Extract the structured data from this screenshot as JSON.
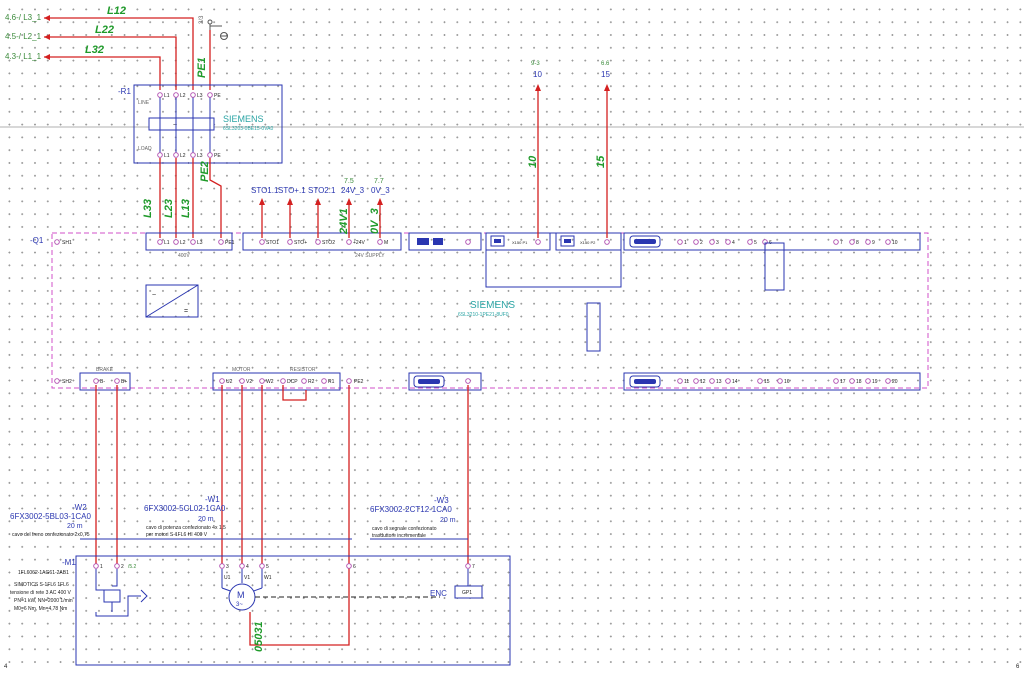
{
  "supply": {
    "l3": "4.6-/ L3_1",
    "l2": "4.5-/ L2_1",
    "l1": "4.3-/ L1_1",
    "w_l12": "L12",
    "w_l22": "L22",
    "w_l32": "L32",
    "w_pe1": "PE1",
    "pe_ref": "3/3"
  },
  "filter": {
    "tag": "-R1",
    "brand": "SIEMENS",
    "code": "6SL3203-0BE15-0VA0",
    "line": "LINE",
    "load": "LOAD",
    "tin": [
      "L1",
      "L2",
      "L3",
      "PE"
    ],
    "tout": [
      "L1",
      "L2",
      "L3",
      "PE"
    ],
    "w_l33": "L33",
    "w_l23": "L23",
    "w_l13": "L13",
    "w_pe2": "PE2"
  },
  "drive": {
    "tag": "-Q1",
    "brand": "SIEMENS",
    "code": "6SL3210-1PE21-8UF0",
    "sh1": "SH1",
    "sh2": "SH2",
    "x1": "400V",
    "power_terms": [
      "L1",
      "L2",
      "L3",
      "PE1"
    ],
    "sto_terms": [
      "STO1",
      "STO+",
      "STO2",
      "+24V",
      "M"
    ],
    "sto_cap": "24V SUPPLY",
    "sto_labels": [
      "STO1.1",
      "STO+.1",
      "STO2.1",
      "24V_3",
      "0V_3"
    ],
    "sto_refs": [
      "7.5",
      "7.7"
    ],
    "w_24v1": "24V1",
    "w_0v3": "0V_3",
    "eth1_ref": "9-3",
    "eth1_num": "10",
    "eth2_ref": "6.6",
    "eth2_num": "15",
    "w_10": "10",
    "w_15": "15",
    "eth_term": "X150 P1",
    "eth_term2": "X150 P2",
    "io_top": [
      "1",
      "2",
      "3",
      "4",
      "5",
      "6",
      "7",
      "8",
      "9",
      "10"
    ],
    "io_bot": [
      "11",
      "12",
      "13",
      "14",
      "15",
      "16",
      "17",
      "18",
      "19",
      "20"
    ],
    "brake_cap": "BRAKE",
    "brake_terms": [
      "B-",
      "B+"
    ],
    "motor_cap": "MOTOR",
    "motor_terms": [
      "U2",
      "V2",
      "W2"
    ],
    "res_cap": "RESISTOR",
    "res_terms": [
      "DCP",
      "R2",
      "R1"
    ],
    "pe2": "PE2"
  },
  "cables": {
    "w2_tag": "-W2",
    "w2_code": "6FX3002-5BL03-1CA0",
    "w2_len": "20 m",
    "w2_desc": "cavo del freno confezionato 2x0,75",
    "w1_tag": "-W1",
    "w1_code": "6FX3002-5CL02-1CA0",
    "w1_len": "20 m",
    "w1_desc1": "cavo di potenza confezionato 4x 1,5",
    "w1_desc2": "per motori S-1FL6 HI 400 V",
    "w3_tag": "-W3",
    "w3_code": "6FX3002-2CT12-1CA0",
    "w3_len": "20 m",
    "w3_desc1": "cavo di segnale confezionato",
    "w3_desc2": "trasduttore incrementale"
  },
  "motor": {
    "tag": "-M1",
    "code": "1FL6062-1AG61-2AB1",
    "desc1": "SIMOTICS S-1FL6 1FL6",
    "desc2": "tensione di rete 3 AC 400 V",
    "desc3": "PN=1 kW, NN=2000 1/min",
    "desc4": "M0=6 Nm, Mn=4,78 Nm",
    "terms": [
      "1",
      "2",
      "3",
      "4",
      "5",
      "6",
      "7"
    ],
    "sub": [
      "U1",
      "V1",
      "W1"
    ],
    "m_label": "M",
    "m_sub": "3~",
    "enc": "ENC",
    "enc_box": "GP1",
    "w_05031": "05031",
    "pe_ref": "/5.2"
  },
  "page": {
    "left": "4",
    "right": "6"
  }
}
